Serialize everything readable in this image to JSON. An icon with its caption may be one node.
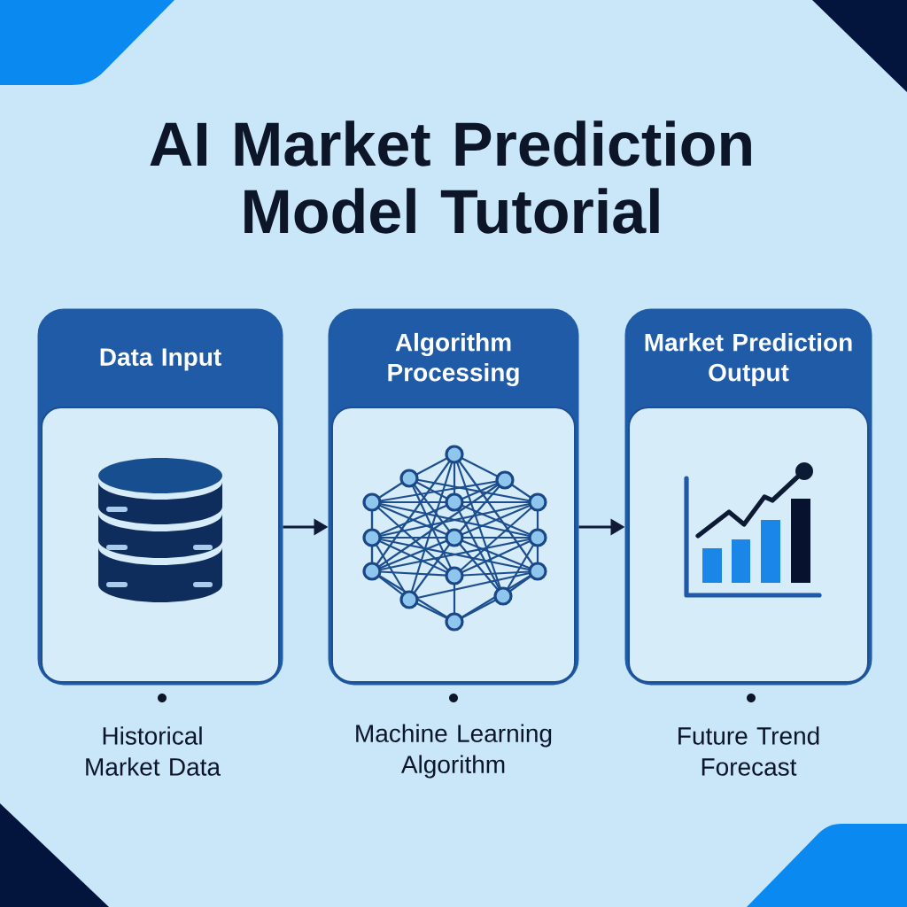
{
  "diagram": {
    "title": "AI Market Prediction Model Tutorial",
    "nodes": [
      {
        "text": [
          "Data Input"
        ],
        "beside": [
          "Historical Market Data"
        ]
      },
      {
        "text": [
          "Algorithm Processing"
        ],
        "beside": [
          "Machine Learning Algorithm"
        ]
      },
      {
        "text": [
          "Market Prediction Output"
        ],
        "beside": [
          "Future Trend Forecast"
        ]
      }
    ],
    "edges": [
      {
        "from": 0,
        "to": 1,
        "arrow": "to"
      },
      {
        "from": 1,
        "to": 2,
        "arrow": "to"
      }
    ]
  }
}
